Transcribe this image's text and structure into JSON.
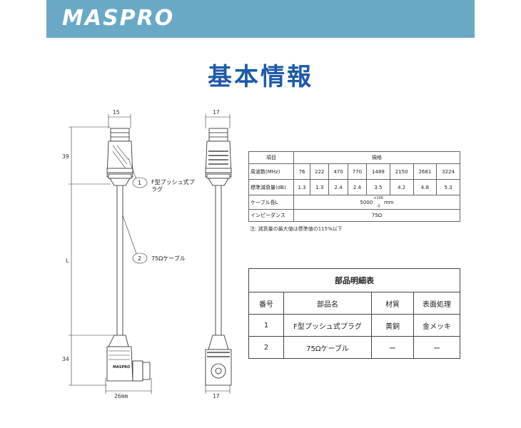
{
  "brand": {
    "logo_text": "MASPRO"
  },
  "page": {
    "title": "基本情報"
  },
  "drawing": {
    "dims": {
      "top_width_front": "15",
      "top_width_side": "17",
      "top_height": "39",
      "length": "L",
      "bottom_height": "34",
      "bottom_width_front": "26mm",
      "bottom_width_side": "17"
    },
    "callouts": [
      {
        "num": "1",
        "line1": "F型プッシュ式プ",
        "line2": "ラグ"
      },
      {
        "num": "2",
        "line1": "75Ωケーブル",
        "line2": ""
      }
    ],
    "connector_label": "MASPRO"
  },
  "spec_table": {
    "header": {
      "item": "項目",
      "spec": "規格"
    },
    "freq_label": "周波数(MHz)",
    "freqs": [
      "76",
      "222",
      "470",
      "770",
      "1489",
      "2150",
      "2681",
      "3224"
    ],
    "atten_label": "標準減衰量(dB)",
    "attens": [
      "1.3",
      "1.3",
      "2.4",
      "2.4",
      "3.5",
      "4.2",
      "4.8",
      "5.3"
    ],
    "length_label": "ケーブル長L",
    "length_value": "5000",
    "length_tol_plus": "+100",
    "length_tol_minus": "-0",
    "length_unit": "mm",
    "impedance_label": "インピーダンス",
    "impedance_value": "75Ω",
    "note": "注: 減衰量の最大値は標準値の115%以下"
  },
  "parts_table": {
    "title": "部品明細表",
    "headers": [
      "番号",
      "部品名",
      "材質",
      "表面処理"
    ],
    "rows": [
      [
        "1",
        "F型プッシュ式プラグ",
        "黄銅",
        "金メッキ"
      ],
      [
        "2",
        "75Ωケーブル",
        "ー",
        "ー"
      ]
    ]
  }
}
